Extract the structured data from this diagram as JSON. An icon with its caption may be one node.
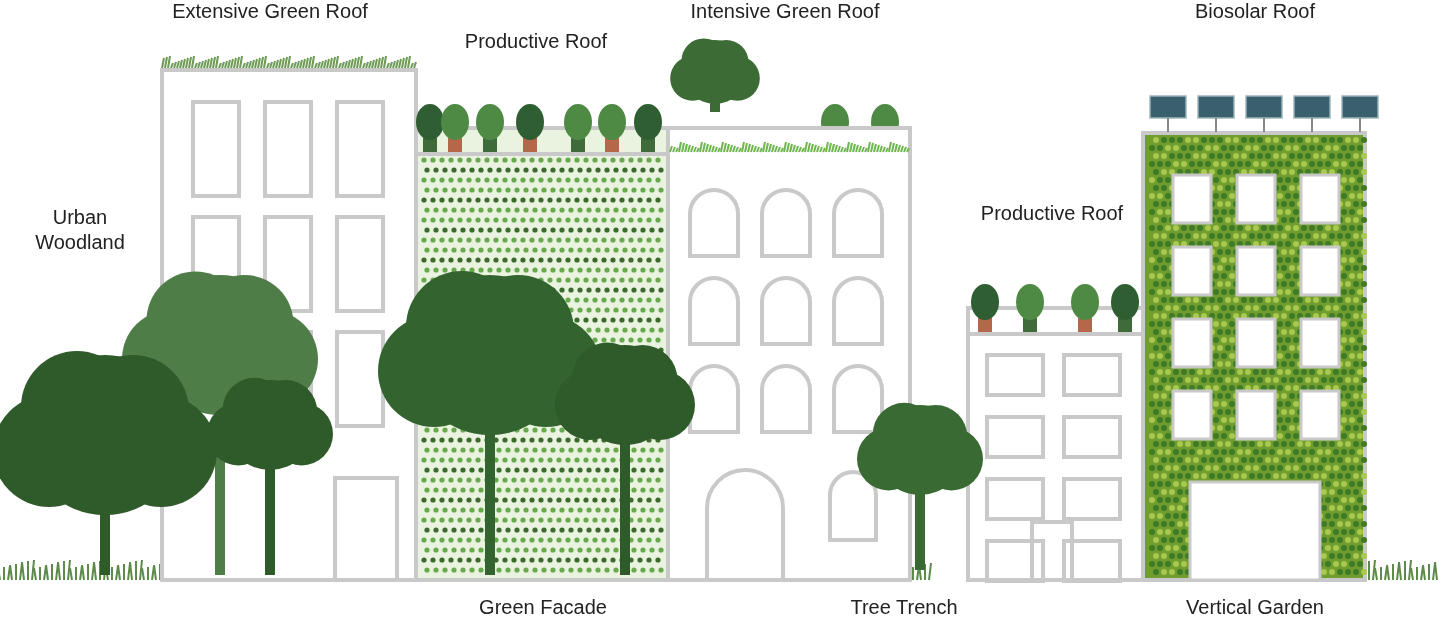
{
  "diagram": {
    "labels": [
      "Extensive Green Roof",
      "Productive Roof",
      "Intensive Green Roof",
      "Biosolar Roof",
      "Urban Woodland",
      "Productive Roof",
      "Green Facade",
      "Tree Trench",
      "Vertical Garden"
    ]
  }
}
